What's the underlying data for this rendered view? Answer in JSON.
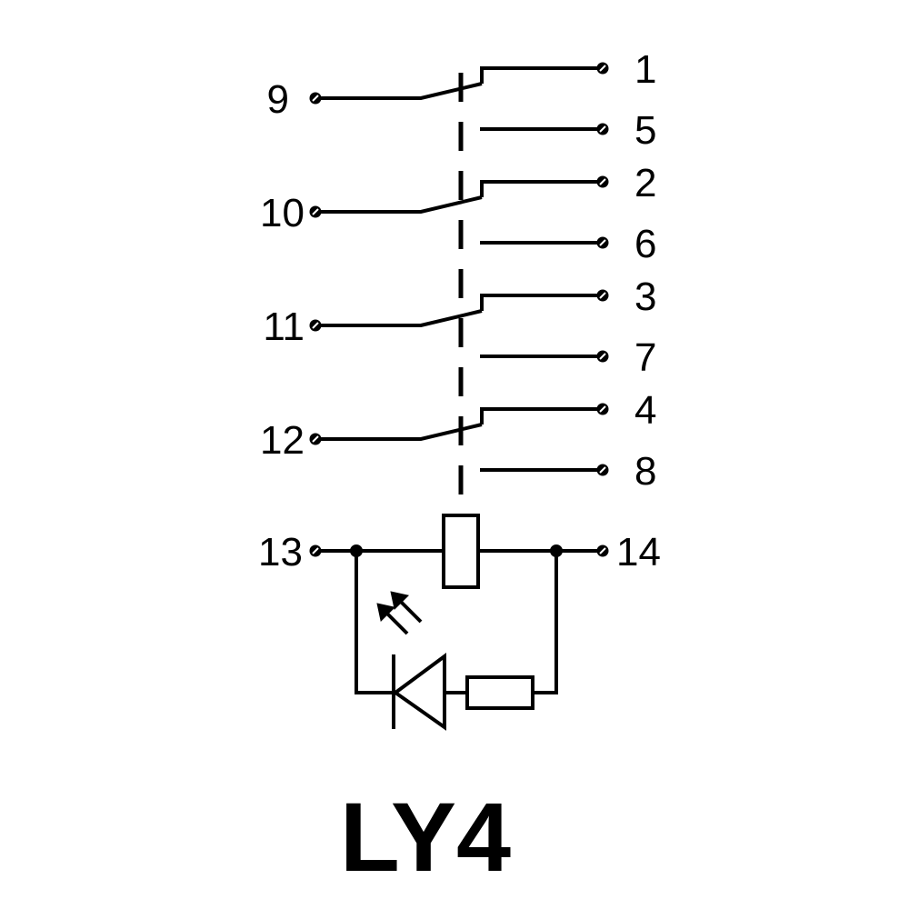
{
  "title": "LY4",
  "contacts": [
    {
      "common": "9",
      "nc": "1",
      "no": "5"
    },
    {
      "common": "10",
      "nc": "2",
      "no": "6"
    },
    {
      "common": "11",
      "nc": "3",
      "no": "7"
    },
    {
      "common": "12",
      "nc": "4",
      "no": "8"
    }
  ],
  "coil": {
    "left": "13",
    "right": "14"
  }
}
